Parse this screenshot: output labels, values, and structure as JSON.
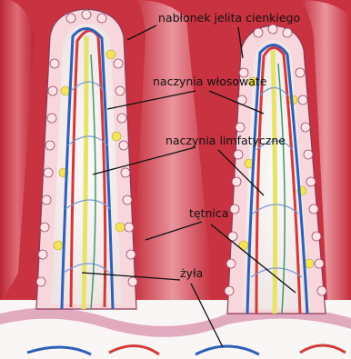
{
  "labels": {
    "epithelium": "nabłonek jelita cienkiego",
    "capillaries": "naczynia włosowate",
    "lymphatics": "naczynia limfatyczne",
    "artery": "tętnica",
    "vein": "żyła"
  },
  "colors": {
    "background_red": "#c8303e",
    "lumen_pink": "#f4b6bf",
    "epithelium_cell": "#fbe3e6",
    "nucleus": "#6b2a55",
    "goblet_yellow": "#f2e35a",
    "artery_red": "#d23a3a",
    "vein_blue": "#2f5fb8",
    "lymph_yellow": "#e6e36a",
    "lymph_green": "#3f9a6a",
    "core_white": "#f8f3f1"
  }
}
